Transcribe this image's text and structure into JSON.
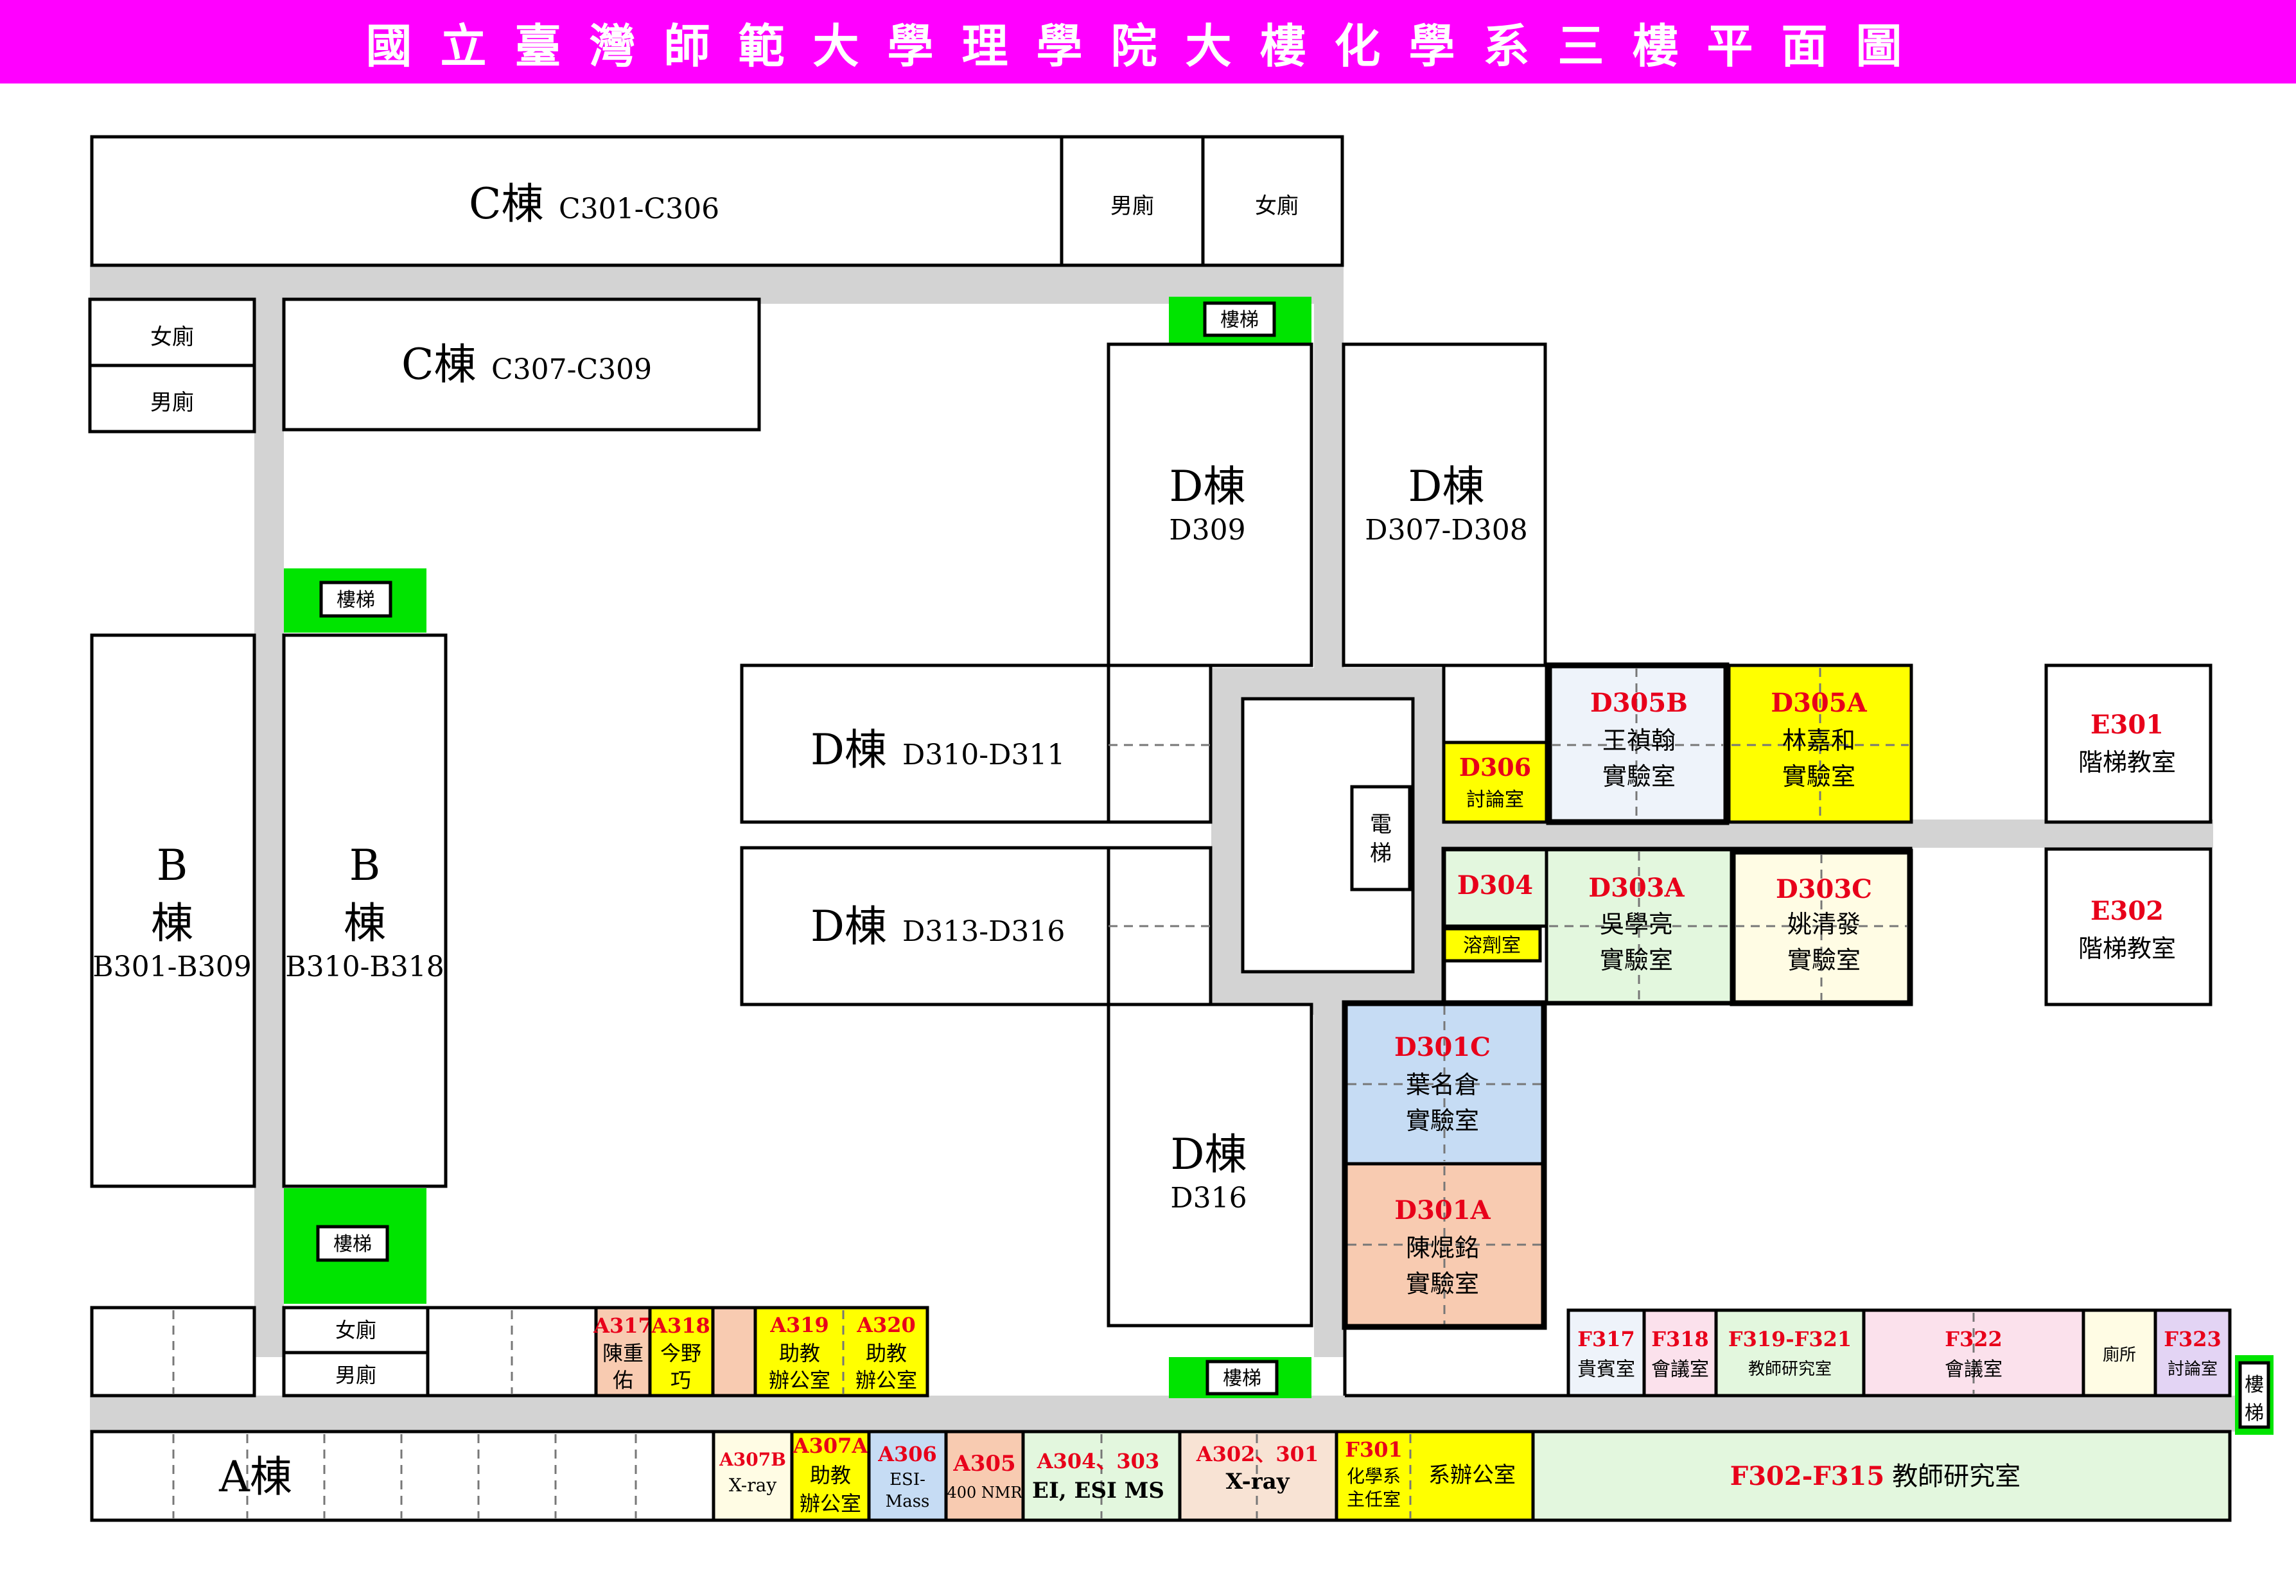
{
  "title": "國立臺灣師範大學理學院大樓化學系三樓平面圖",
  "colors": {
    "title_bar": "#ff00ff",
    "stairs": "#00e400",
    "corridor": "#d3d3d3",
    "yellow": "#ffff00",
    "light_blue": "#c6dcf4",
    "salmon": "#f8cbb1",
    "mint": "#e3f7de",
    "cream": "#fffce4",
    "pink": "#fbe1ec",
    "lavender": "#e3d4f4",
    "pale_blue": "#eef3fa"
  },
  "labels": {
    "c_main": "C棟",
    "c_main_rooms": "C301-C306",
    "men_top": "男廁",
    "women_top": "女廁",
    "women_left": "女廁",
    "men_left": "男廁",
    "c_second": "C棟",
    "c_second_rooms": "C307-C309",
    "stairs": "樓梯",
    "d309": "D棟",
    "d309_rooms": "D309",
    "d307": "D棟",
    "d307_rooms": "D307-D308",
    "d310": "D棟",
    "d310_rooms": "D310-D311",
    "d313": "D棟",
    "d313_rooms": "D313-D316",
    "d316": "D棟",
    "d316_rooms": "D316",
    "b1_a": "B",
    "b1_b": "棟",
    "b1_rooms": "B301-B309",
    "b2_a": "B",
    "b2_b": "棟",
    "b2_rooms": "B310-B318",
    "elevator_1": "電",
    "elevator_2": "梯",
    "d306_code": "D306",
    "d306_name": "討論室",
    "d305b_code": "D305B",
    "d305b_l1": "王禎翰",
    "d305b_l2": "實驗室",
    "d305a_code": "D305A",
    "d305a_l1": "林嘉和",
    "d305a_l2": "實驗室",
    "e301_code": "E301",
    "e301_name": "階梯教室",
    "d304_code": "D304",
    "solvent": "溶劑室",
    "d303a_code": "D303A",
    "d303a_l1": "吳學亮",
    "d303a_l2": "實驗室",
    "d303c_code": "D303C",
    "d303c_l1": "姚清發",
    "d303c_l2": "實驗室",
    "e302_code": "E302",
    "e302_name": "階梯教室",
    "d301c_code": "D301C",
    "d301c_l1": "葉名倉",
    "d301c_l2": "實驗室",
    "d301a_code": "D301A",
    "d301a_l1": "陳焜銘",
    "d301a_l2": "實驗室",
    "women_bottom": "女廁",
    "men_bottom": "男廁",
    "a317_code": "A317",
    "a317_l1": "陳重",
    "a317_l2": "佑",
    "a318_code": "A318",
    "a318_l1": "今野",
    "a318_l2": "巧",
    "a319_code": "A319",
    "a319_l1": "助教",
    "a319_l2": "辦公室",
    "a320_code": "A320",
    "a320_l1": "助教",
    "a320_l2": "辦公室",
    "f317_code": "F317",
    "f317_name": "貴賓室",
    "f318_code": "F318",
    "f318_name": "會議室",
    "f319_code": "F319-F321",
    "f319_name": "教師研究室",
    "f322_code": "F322",
    "f322_name": "會議室",
    "toilet": "廁所",
    "f323_code": "F323",
    "f323_name": "討論室",
    "stairs_v1": "樓",
    "stairs_v2": "梯",
    "a_block": "A棟",
    "a307b_code": "A307B",
    "a307b_name": "X-ray",
    "a307a_code": "A307A",
    "a307a_l1": "助教",
    "a307a_l2": "辦公室",
    "a306_code": "A306",
    "a306_l1": "ESI-",
    "a306_l2": "Mass",
    "a305_code": "A305",
    "a305_name": "400 NMR",
    "a304_code": "A304、303",
    "a304_name": "EI, ESI MS",
    "a302_code": "A302、301",
    "a302_name": "X-ray",
    "f301_code": "F301",
    "f301_l1": "化學系",
    "f301_l2": "主任室",
    "dept_office": "系辦公室",
    "f302_code": "F302-F315",
    "f302_name": "教師研究室"
  }
}
